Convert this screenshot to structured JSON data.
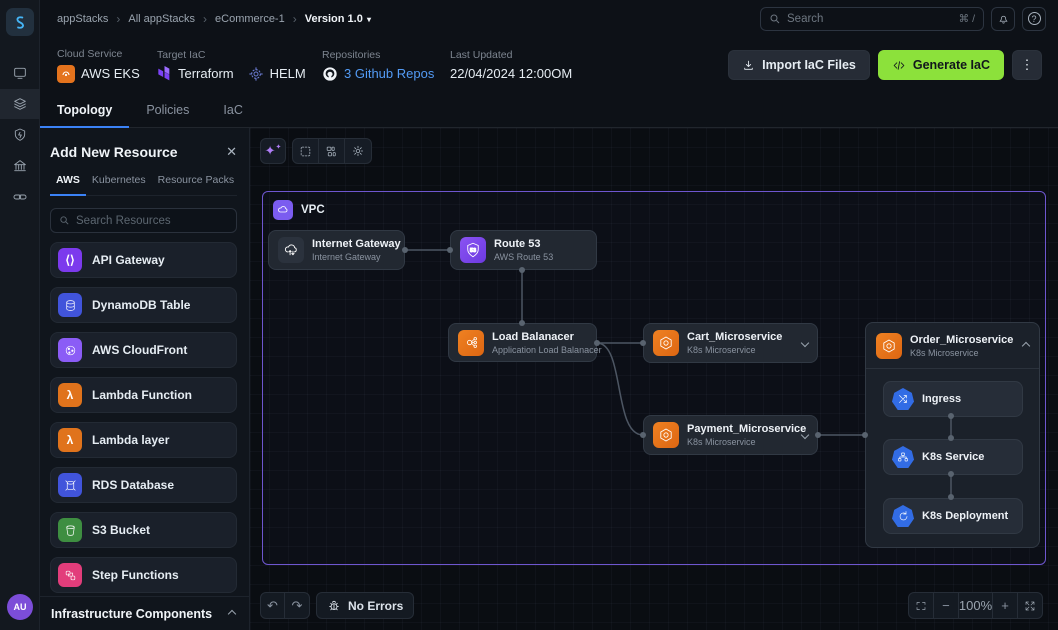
{
  "topnav": {
    "breadcrumbs": [
      "appStacks",
      "All appStacks",
      "eCommerce-1"
    ],
    "version": "Version 1.0",
    "search_placeholder": "Search",
    "search_shortcut": "⌘ /"
  },
  "header": {
    "cloud_service_label": "Cloud Service",
    "cloud_service_value": "AWS EKS",
    "target_iac_label": "Target IaC",
    "target_iac_value_1": "Terraform",
    "target_iac_value_2": "HELM",
    "repositories_label": "Repositories",
    "repositories_value": "3 Github Repos",
    "last_updated_label": "Last Updated",
    "last_updated_value": "22/04/2024 12:00OM",
    "import_button": "Import IaC Files",
    "generate_button": "Generate IaC"
  },
  "tabs": {
    "topology": "Topology",
    "policies": "Policies",
    "iac": "IaC"
  },
  "panel": {
    "title": "Add New Resource",
    "tab_aws": "AWS",
    "tab_kubernetes": "Kubernetes",
    "tab_resource_packs": "Resource Packs",
    "search_placeholder": "Search Resources",
    "resources": [
      {
        "name": "API Gateway",
        "color": "#7c3aed"
      },
      {
        "name": "DynamoDB Table",
        "color": "#4154db"
      },
      {
        "name": "AWS CloudFront",
        "color": "#8b5cf6"
      },
      {
        "name": "Lambda Function",
        "color": "#e0731c"
      },
      {
        "name": "Lambda layer",
        "color": "#e0731c"
      },
      {
        "name": "RDS Database",
        "color": "#4154db"
      },
      {
        "name": "S3 Bucket",
        "color": "#3e8e41"
      },
      {
        "name": "Step Functions",
        "color": "#e23d7b"
      }
    ],
    "footer": "Infrastructure Components"
  },
  "canvas": {
    "vpc_label": "VPC",
    "nodes": {
      "internet_gateway": {
        "title": "Internet Gateway",
        "subtitle": "Internet Gateway"
      },
      "route53": {
        "title": "Route 53",
        "subtitle": "AWS Route 53"
      },
      "load_balancer": {
        "title": "Load Balanacer",
        "subtitle": "Application Load Balanacer"
      },
      "cart": {
        "title": "Cart_Microservice",
        "subtitle": "K8s Microservice"
      },
      "payment": {
        "title": "Payment_Microservice",
        "subtitle": "K8s Microservice"
      },
      "order": {
        "title": "Order_Microservice",
        "subtitle": "K8s Microservice"
      }
    },
    "order_children": [
      {
        "label": "Ingress"
      },
      {
        "label": "K8s Service"
      },
      {
        "label": "K8s Deployment"
      }
    ]
  },
  "bottombar": {
    "no_errors": "No Errors",
    "zoom_level": "100%"
  },
  "avatar": "AU",
  "colors": {
    "accent_green": "#8ce13b",
    "accent_blue": "#3b82f6",
    "link_blue": "#539bf5",
    "vpc_border": "#6e56cf"
  }
}
